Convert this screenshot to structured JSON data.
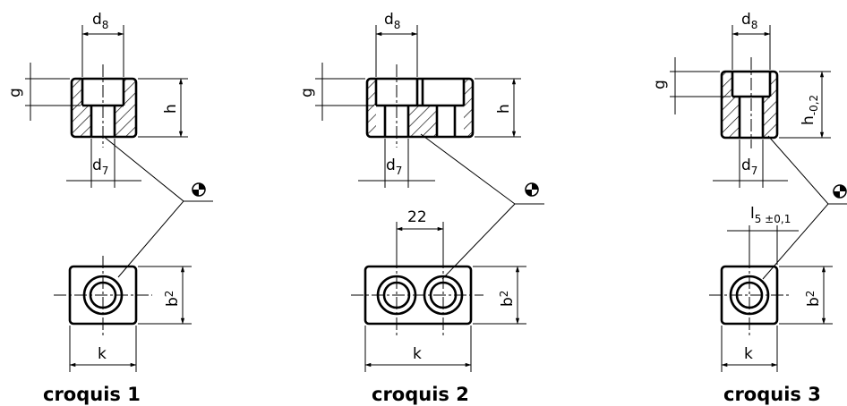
{
  "labels": {
    "d8": "d",
    "d8_sub": "8",
    "d7": "d",
    "d7_sub": "7",
    "g": "g",
    "h": "h",
    "h_tol": "h",
    "h_tol_sub": "-0,2",
    "b2": "b",
    "b2_sub": "2",
    "k": "k",
    "l5": "l",
    "l5_sub": "5 ±0,1",
    "spacing": "22"
  },
  "captions": {
    "sketch1": "croquis 1",
    "sketch2": "croquis 2",
    "sketch3": "croquis 3"
  }
}
